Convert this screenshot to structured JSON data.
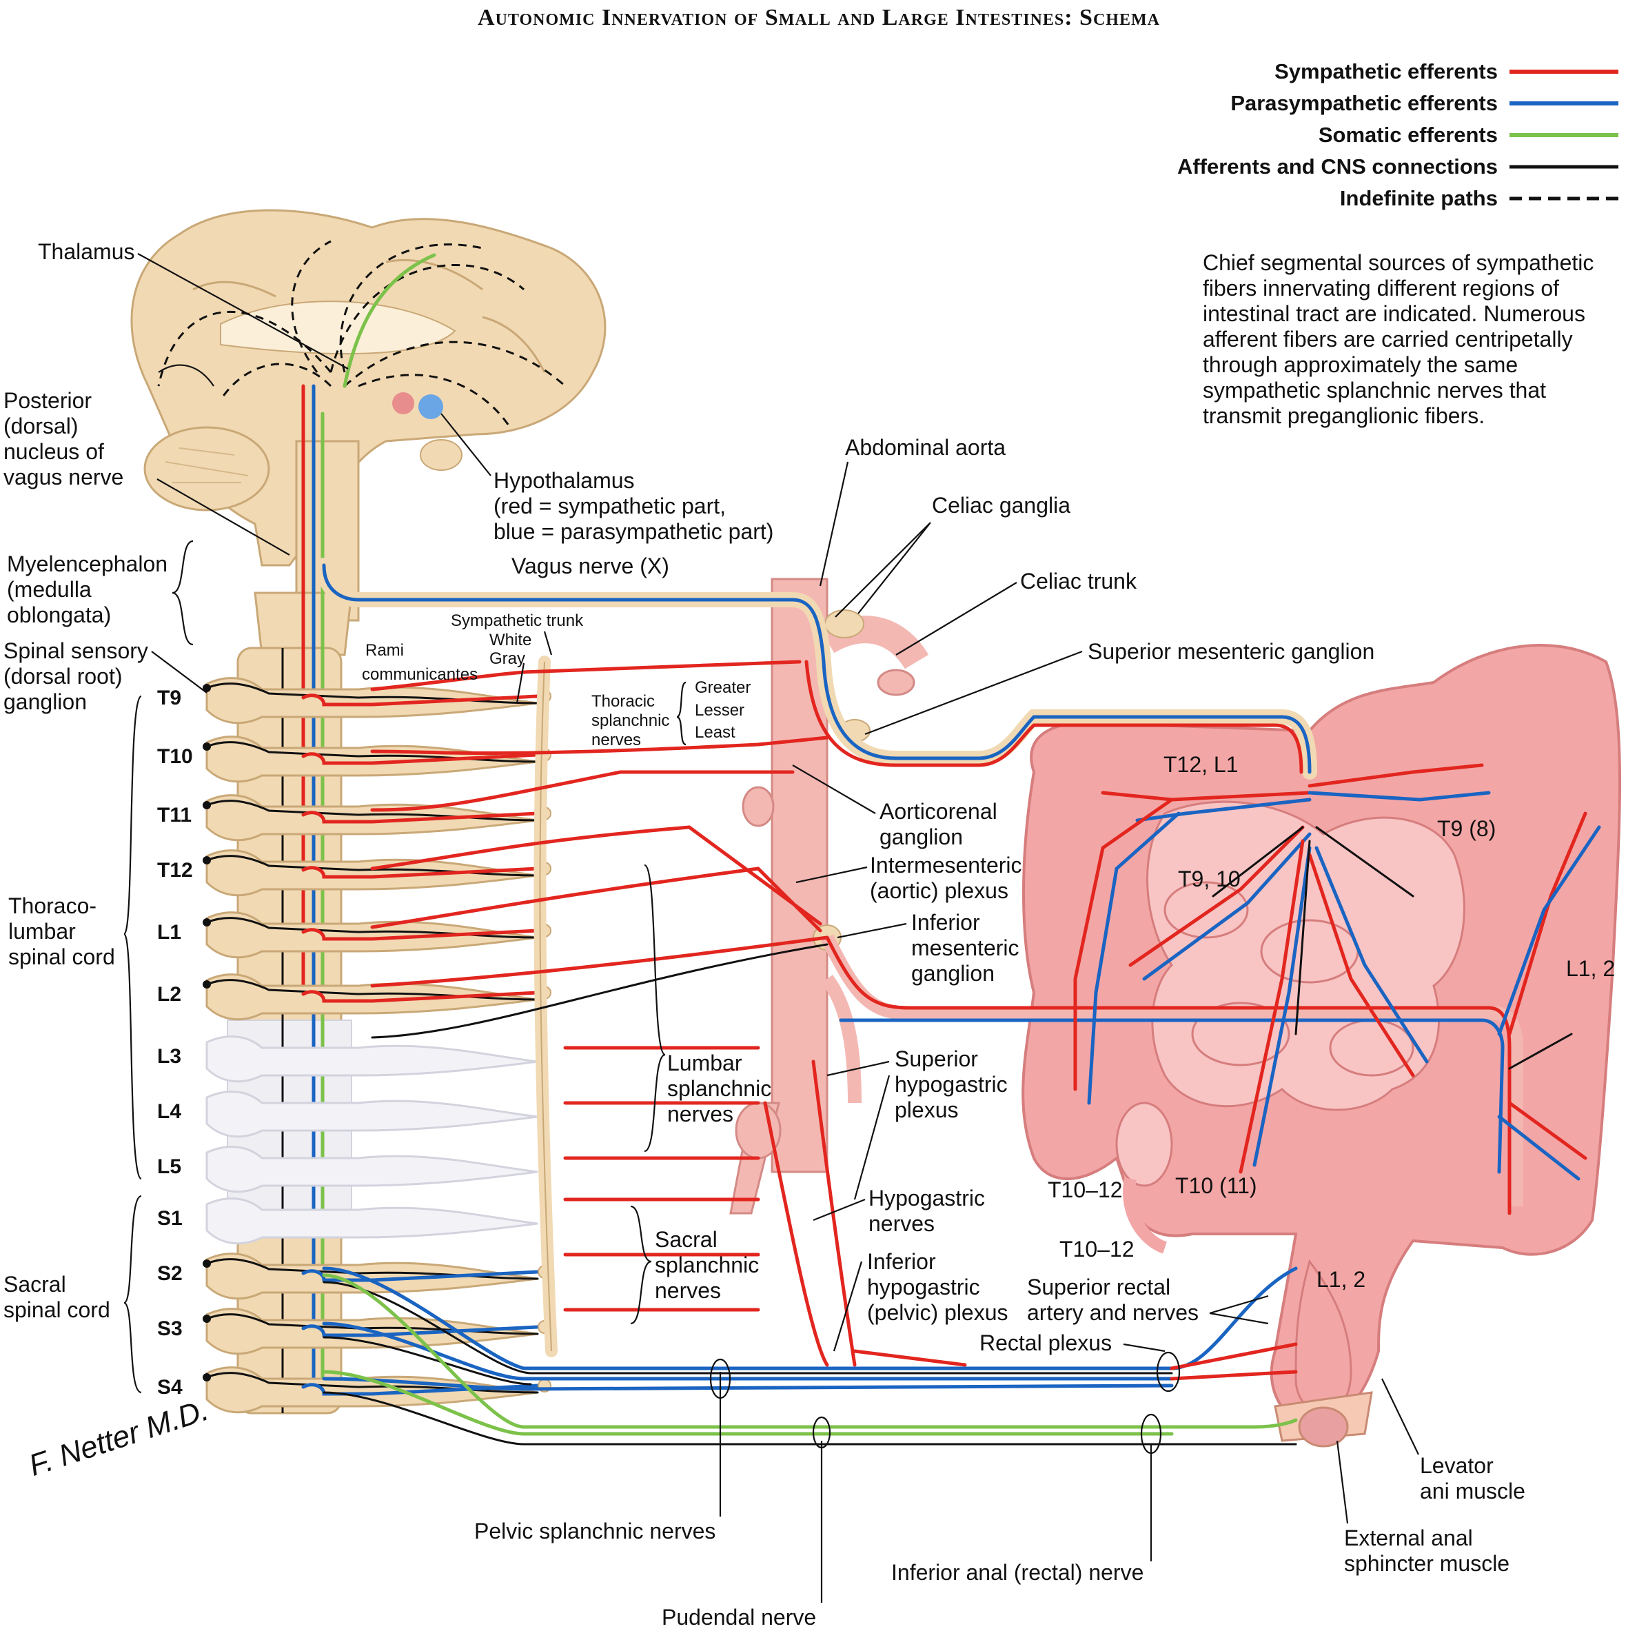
{
  "title": "Autonomic Innervation of Small and Large Intestines: Schema",
  "colors": {
    "sympathetic": "#e2261f",
    "parasympathetic": "#1a64c2",
    "somatic": "#7cc24a",
    "afferent": "#111111",
    "tissue": "#f1d9b3",
    "intestine": "#f3a6a6"
  },
  "legend": [
    {
      "label": "Sympathetic efferents",
      "style": "solid",
      "color": "#e2261f"
    },
    {
      "label": "Parasympathetic efferents",
      "style": "solid",
      "color": "#1a64c2"
    },
    {
      "label": "Somatic efferents",
      "style": "solid",
      "color": "#7cc24a"
    },
    {
      "label": "Afferents and CNS connections",
      "style": "solid",
      "color": "#111111"
    },
    {
      "label": "Indefinite paths",
      "style": "dashed",
      "color": "#111111"
    }
  ],
  "note": [
    "Chief segmental sources of sympathetic",
    "fibers innervating different regions of",
    "intestinal tract are indicated. Numerous",
    "afferent fibers are carried centripetally",
    "through approximately the same",
    "sympathetic splanchnic nerves that",
    "transmit preganglionic fibers."
  ],
  "labels": {
    "thalamus": "Thalamus",
    "posterior_nucleus": [
      "Posterior",
      "(dorsal)",
      "nucleus of",
      "vagus nerve"
    ],
    "hypothalamus": [
      "Hypothalamus",
      "(red  =  sympathetic part,",
      "blue  =  parasympathetic part)"
    ],
    "myelencephalon": [
      "Myelencephalon",
      "(medulla",
      "oblongata)"
    ],
    "spinal_ganglion": [
      "Spinal sensory",
      "(dorsal root)",
      "ganglion"
    ],
    "thoracolumbar": [
      "Thoraco-",
      "lumbar",
      "spinal cord"
    ],
    "sacral_cord": [
      "Sacral",
      "spinal cord"
    ],
    "vagus": "Vagus nerve (X)",
    "abdominal_aorta": "Abdominal aorta",
    "celiac_ganglia": "Celiac ganglia",
    "celiac_trunk": "Celiac trunk",
    "sup_mes_ganglion": "Superior mesenteric ganglion",
    "sympathetic_trunk": "Sympathetic trunk",
    "white": "White",
    "gray": "Gray",
    "rami": [
      "Rami",
      "communicantes"
    ],
    "thoracic_splanchnic": [
      "Thoracic",
      "splanchnic",
      "nerves"
    ],
    "greater": "Greater",
    "lesser": "Lesser",
    "least": "Least",
    "aorticorenal": [
      "Aorticorenal",
      "ganglion"
    ],
    "intermesenteric": [
      "Intermesenteric",
      "(aortic) plexus"
    ],
    "inf_mes_ganglion": [
      "Inferior",
      "mesenteric",
      "ganglion"
    ],
    "lumbar_splanchnic": [
      "Lumbar",
      "splanchnic",
      "nerves"
    ],
    "sup_hypogastric": [
      "Superior",
      "hypogastric",
      "plexus"
    ],
    "hypogastric_nerves": [
      "Hypogastric",
      "nerves"
    ],
    "inf_hypogastric": [
      "Inferior",
      "hypogastric",
      "(pelvic) plexus"
    ],
    "sacral_splanchnic": [
      "Sacral",
      "splanchnic",
      "nerves"
    ],
    "sup_rectal": [
      "Superior rectal",
      "artery and nerves"
    ],
    "rectal_plexus": "Rectal plexus",
    "levator_ani": [
      "Levator",
      "ani muscle"
    ],
    "external_anal": [
      "External anal",
      "sphincter muscle"
    ],
    "pelvic_splanchnic": "Pelvic splanchnic nerves",
    "inferior_anal": "Inferior anal (rectal) nerve",
    "pudendal": "Pudendal nerve",
    "t12_l1": "T12, L1",
    "t9_8": "T9 (8)",
    "t9_10": "T9, 10",
    "l1_2_right": "L1, 2",
    "t10_12_a": "T10–12",
    "t10_11": "T10 (11)",
    "t10_12_b": "T10–12",
    "l1_2_rectum": "L1, 2"
  },
  "segments": [
    "T9",
    "T10",
    "T11",
    "T12",
    "L1",
    "L2",
    "L3",
    "L4",
    "L5",
    "S1",
    "S2",
    "S3",
    "S4"
  ],
  "signature": "F. Netter M.D."
}
